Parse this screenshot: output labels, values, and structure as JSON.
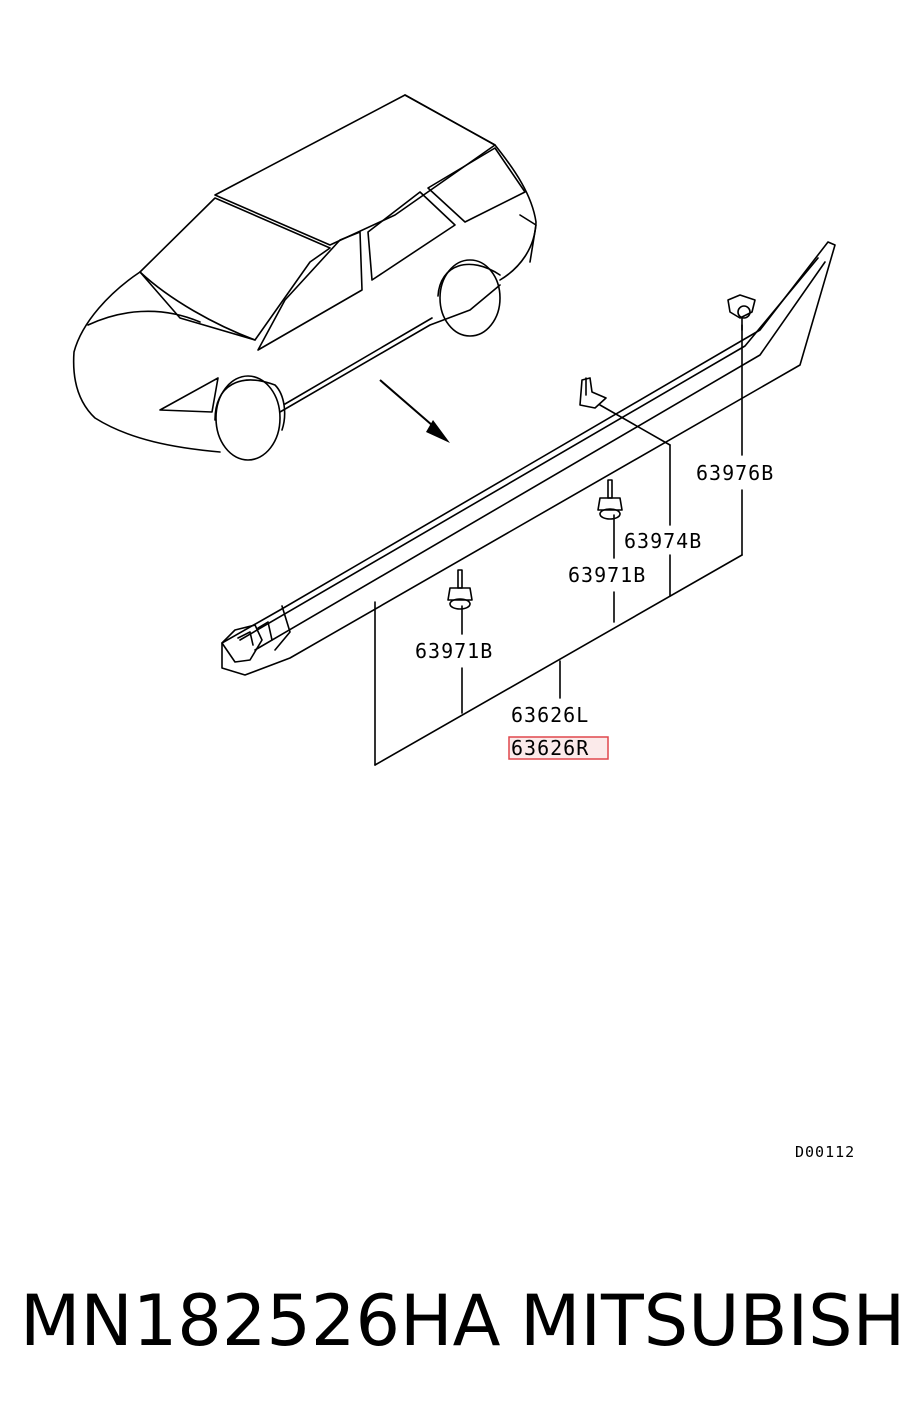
{
  "diagram": {
    "callouts": {
      "clip_63976B": "63976B",
      "clip_63974B": "63974B",
      "screw_63971B_right": "63971B",
      "screw_63971B_left": "63971B",
      "garnish_left": "63626L",
      "garnish_right": "63626R"
    },
    "drawing_code": "D00112",
    "highlight_color": "#e0474c"
  },
  "caption": {
    "part_number": "MN182526HA",
    "brand": "MITSUBISHI"
  }
}
